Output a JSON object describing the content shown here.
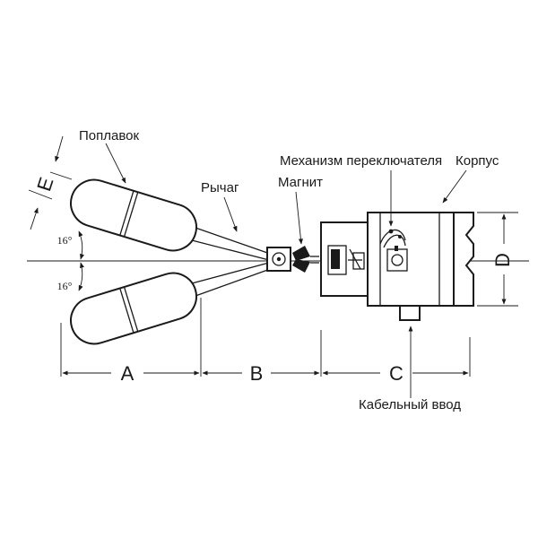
{
  "labels": {
    "float": "Поплавок",
    "lever": "Рычаг",
    "magnet": "Магнит",
    "switch_mechanism": "Механизм переключателя",
    "housing": "Корпус",
    "cable_entry": "Кабельный ввод"
  },
  "dimensions": {
    "a": "A",
    "b": "B",
    "c": "C",
    "d": "D",
    "e": "E"
  },
  "angles": {
    "upper": "16°",
    "lower": "16°"
  }
}
